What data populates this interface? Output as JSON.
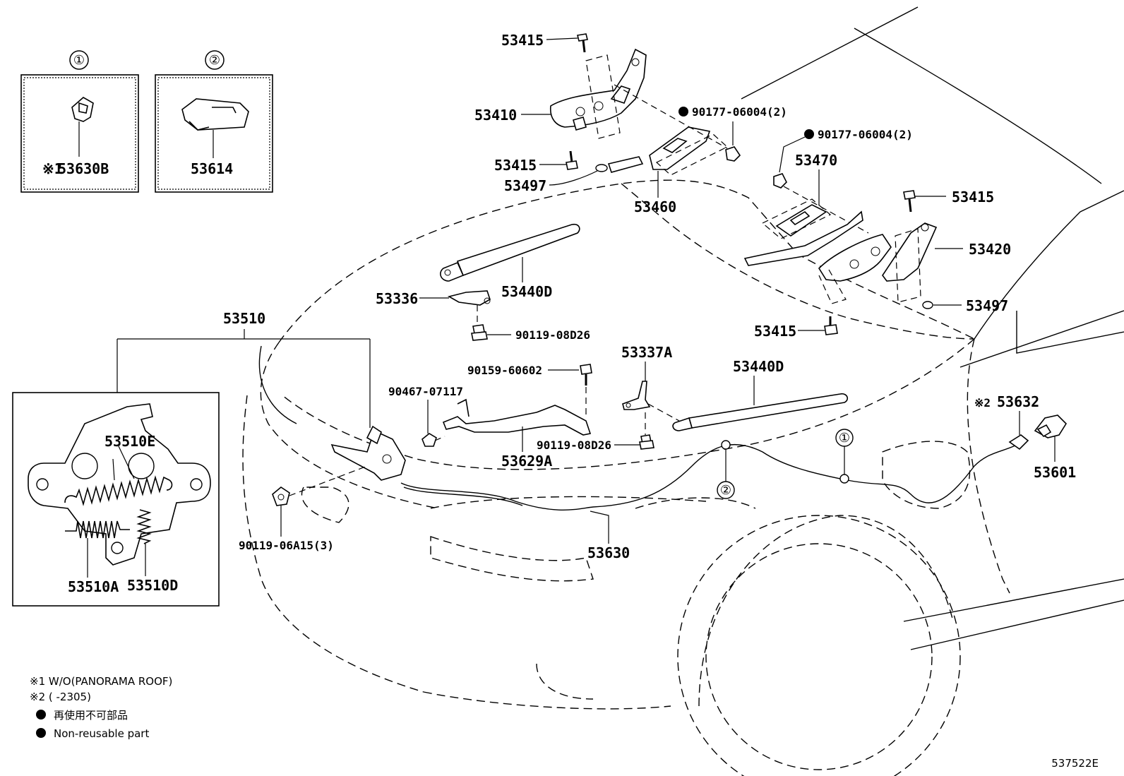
{
  "labels": {
    "p53415_top": "53415",
    "p53410": "53410",
    "p53415_left": "53415",
    "p53497_left": "53497",
    "p53460": "53460",
    "p90177_a": "90177-06004(2)",
    "p90177_b": "90177-06004(2)",
    "p53470": "53470",
    "p53415_right": "53415",
    "p53420": "53420",
    "p53497_right": "53497",
    "p53415_bottom": "53415",
    "p53440D_top": "53440D",
    "p53336": "53336",
    "p90119_08D26_a": "90119-08D26",
    "p53510": "53510",
    "p53510E": "53510E",
    "p53510A": "53510A",
    "p53510D": "53510D",
    "p90159": "90159-60602",
    "p90467": "90467-07117",
    "p53629A": "53629A",
    "p90119_08D26_b": "90119-08D26",
    "p53337A": "53337A",
    "p53440D_bottom": "53440D",
    "p53630": "53630",
    "p90119_06A15": "90119-06A15(3)",
    "p53632": "53632",
    "p53632_mark": "※2",
    "p53601": "53601",
    "p53630B": "53630B",
    "p53630B_mark": "※1",
    "p53614": "53614"
  },
  "inset_markers": {
    "one": "①",
    "two": "②"
  },
  "callout_markers": {
    "one": "①",
    "two": "②"
  },
  "legend": {
    "note1": "※1 W/O(PANORAMA ROOF)",
    "note2": "※2 (      -2305)",
    "non_reusable_jp": "再使用不可部品",
    "non_reusable_en": "Non-reusable part"
  },
  "ref_code": "537522E"
}
